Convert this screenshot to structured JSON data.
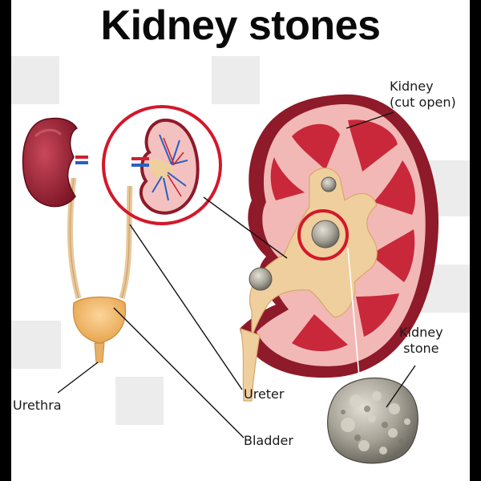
{
  "title": "Kidney stones",
  "labels": {
    "kidney_line1": "Kidney",
    "kidney_line2": "(cut open)",
    "stone_line1": "Kidney",
    "stone_line2": "stone",
    "ureter": "Ureter",
    "bladder": "Bladder",
    "urethra": "Urethra"
  },
  "colors": {
    "kidney_dark": "#8e1a2a",
    "kidney_red": "#c8283a",
    "kidney_pink": "#f2b8b5",
    "pelvis_tan": "#efcf9e",
    "stone_gray": "#9a968d",
    "highlight_ring": "#d3182a"
  }
}
